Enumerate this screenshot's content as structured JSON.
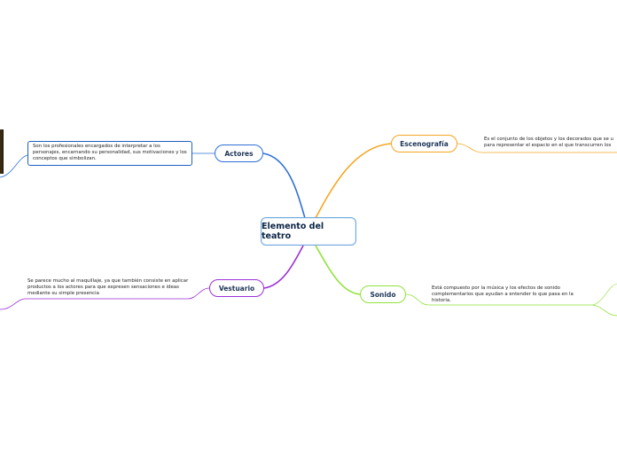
{
  "mindmap": {
    "root": {
      "label": "Elemento del teatro"
    },
    "branches": [
      {
        "id": "actores",
        "label": "Actores",
        "color": "#2e6fd8",
        "note": "Son los profesionales encargados de interpretar a los personajes, encarnando su personalidad, sus motivaciones y los conceptos que simbolizan."
      },
      {
        "id": "escenografia",
        "label": "Escenografía",
        "color": "#f5a623",
        "note": "Es el conjunto de los objetos y los decorados que se u para representar el espacio en el que transcurren los"
      },
      {
        "id": "vestuario",
        "label": "Vestuario",
        "color": "#9b30d9",
        "note": "Se parece mucho al maquillaje, ya que también consiste en aplicar productos a los actores para que expresen sensaciones e ideas mediante su simple presencia"
      },
      {
        "id": "sonido",
        "label": "Sonido",
        "color": "#8fe33a",
        "note": "Está compuesto por la música y los efectos de sonido complementarios que ayudan a entender lo que pasa en la historia."
      }
    ]
  }
}
